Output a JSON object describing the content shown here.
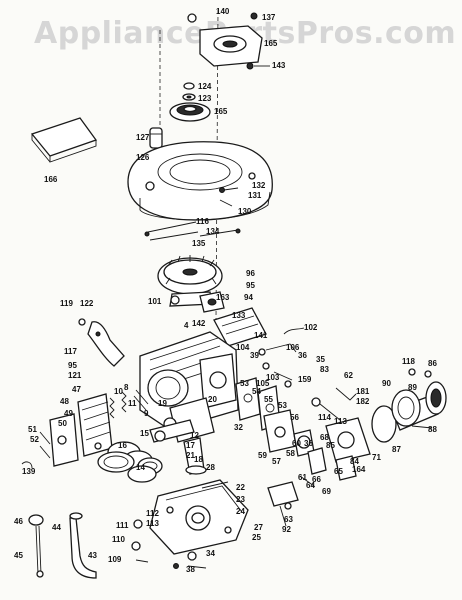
{
  "watermark": "AppliancePartsPros.com",
  "callouts": [
    {
      "id": "c137",
      "text": "137"
    },
    {
      "id": "c140",
      "text": "140"
    },
    {
      "id": "c165a",
      "text": "165"
    },
    {
      "id": "c143",
      "text": "143"
    },
    {
      "id": "c124",
      "text": "124"
    },
    {
      "id": "c123",
      "text": "123"
    },
    {
      "id": "c165b",
      "text": "165"
    },
    {
      "id": "c127",
      "text": "127"
    },
    {
      "id": "c166",
      "text": "166"
    },
    {
      "id": "c126",
      "text": "126"
    },
    {
      "id": "c132",
      "text": "132"
    },
    {
      "id": "c131",
      "text": "131"
    },
    {
      "id": "c130",
      "text": "130"
    },
    {
      "id": "c116",
      "text": "116"
    },
    {
      "id": "c134",
      "text": "134"
    },
    {
      "id": "c135",
      "text": "135"
    },
    {
      "id": "c96",
      "text": "96"
    },
    {
      "id": "c95",
      "text": "95"
    },
    {
      "id": "c94",
      "text": "94"
    },
    {
      "id": "c101",
      "text": "101"
    },
    {
      "id": "c163",
      "text": "163"
    },
    {
      "id": "c119",
      "text": "119"
    },
    {
      "id": "c122",
      "text": "122"
    },
    {
      "id": "c133",
      "text": "133"
    },
    {
      "id": "c142",
      "text": "142"
    },
    {
      "id": "c4",
      "text": "4"
    },
    {
      "id": "c141",
      "text": "141"
    },
    {
      "id": "c102",
      "text": "102"
    },
    {
      "id": "c117",
      "text": "117"
    },
    {
      "id": "c104",
      "text": "104"
    },
    {
      "id": "c39",
      "text": "39"
    },
    {
      "id": "c106",
      "text": "106"
    },
    {
      "id": "c36",
      "text": "36"
    },
    {
      "id": "c35",
      "text": "35"
    },
    {
      "id": "c118",
      "text": "118"
    },
    {
      "id": "c86",
      "text": "86"
    },
    {
      "id": "c95b",
      "text": "95"
    },
    {
      "id": "c121",
      "text": "121"
    },
    {
      "id": "c83",
      "text": "83"
    },
    {
      "id": "c62",
      "text": "62"
    },
    {
      "id": "c103",
      "text": "103"
    },
    {
      "id": "c159",
      "text": "159"
    },
    {
      "id": "c105",
      "text": "105"
    },
    {
      "id": "c53",
      "text": "53"
    },
    {
      "id": "c47",
      "text": "47"
    },
    {
      "id": "c10",
      "text": "10"
    },
    {
      "id": "c8",
      "text": "8"
    },
    {
      "id": "c54",
      "text": "54"
    },
    {
      "id": "c181",
      "text": "181"
    },
    {
      "id": "c182",
      "text": "182"
    },
    {
      "id": "c90",
      "text": "90"
    },
    {
      "id": "c89",
      "text": "89"
    },
    {
      "id": "c48",
      "text": "48"
    },
    {
      "id": "c20",
      "text": "20"
    },
    {
      "id": "c55",
      "text": "55"
    },
    {
      "id": "c49",
      "text": "49"
    },
    {
      "id": "c50",
      "text": "50"
    },
    {
      "id": "c11",
      "text": "11"
    },
    {
      "id": "c19",
      "text": "19"
    },
    {
      "id": "c9",
      "text": "9"
    },
    {
      "id": "c53b",
      "text": "53"
    },
    {
      "id": "c56",
      "text": "56"
    },
    {
      "id": "c114",
      "text": "114"
    },
    {
      "id": "c113",
      "text": "113"
    },
    {
      "id": "c51",
      "text": "51"
    },
    {
      "id": "c32",
      "text": "32"
    },
    {
      "id": "c15",
      "text": "15"
    },
    {
      "id": "c12",
      "text": "12"
    },
    {
      "id": "c36b",
      "text": "36"
    },
    {
      "id": "c68",
      "text": "68"
    },
    {
      "id": "c88",
      "text": "88"
    },
    {
      "id": "c52",
      "text": "52"
    },
    {
      "id": "c16",
      "text": "16"
    },
    {
      "id": "c17",
      "text": "17"
    },
    {
      "id": "c21",
      "text": "21"
    },
    {
      "id": "c58",
      "text": "58"
    },
    {
      "id": "c60",
      "text": "60"
    },
    {
      "id": "c85",
      "text": "85"
    },
    {
      "id": "c84",
      "text": "84"
    },
    {
      "id": "c71",
      "text": "71"
    },
    {
      "id": "c87",
      "text": "87"
    },
    {
      "id": "c14",
      "text": "14"
    },
    {
      "id": "c18",
      "text": "18"
    },
    {
      "id": "c59",
      "text": "59"
    },
    {
      "id": "c65",
      "text": "65"
    },
    {
      "id": "c164",
      "text": "164"
    },
    {
      "id": "c139",
      "text": "139"
    },
    {
      "id": "c28",
      "text": "28"
    },
    {
      "id": "c57",
      "text": "57"
    },
    {
      "id": "c61",
      "text": "61"
    },
    {
      "id": "c69",
      "text": "69"
    },
    {
      "id": "c66",
      "text": "66"
    },
    {
      "id": "c64",
      "text": "64"
    },
    {
      "id": "c22",
      "text": "22"
    },
    {
      "id": "c23",
      "text": "23"
    },
    {
      "id": "c24",
      "text": "24"
    },
    {
      "id": "c112",
      "text": "112"
    },
    {
      "id": "c111",
      "text": "111"
    },
    {
      "id": "c113b",
      "text": "113"
    },
    {
      "id": "c27",
      "text": "27"
    },
    {
      "id": "c25",
      "text": "25"
    },
    {
      "id": "c110",
      "text": "110"
    },
    {
      "id": "c46",
      "text": "46"
    },
    {
      "id": "c44",
      "text": "44"
    },
    {
      "id": "c63",
      "text": "63"
    },
    {
      "id": "c92",
      "text": "92"
    },
    {
      "id": "c43",
      "text": "43"
    },
    {
      "id": "c109",
      "text": "109"
    },
    {
      "id": "c34",
      "text": "34"
    },
    {
      "id": "c45",
      "text": "45"
    },
    {
      "id": "c38",
      "text": "38"
    }
  ]
}
